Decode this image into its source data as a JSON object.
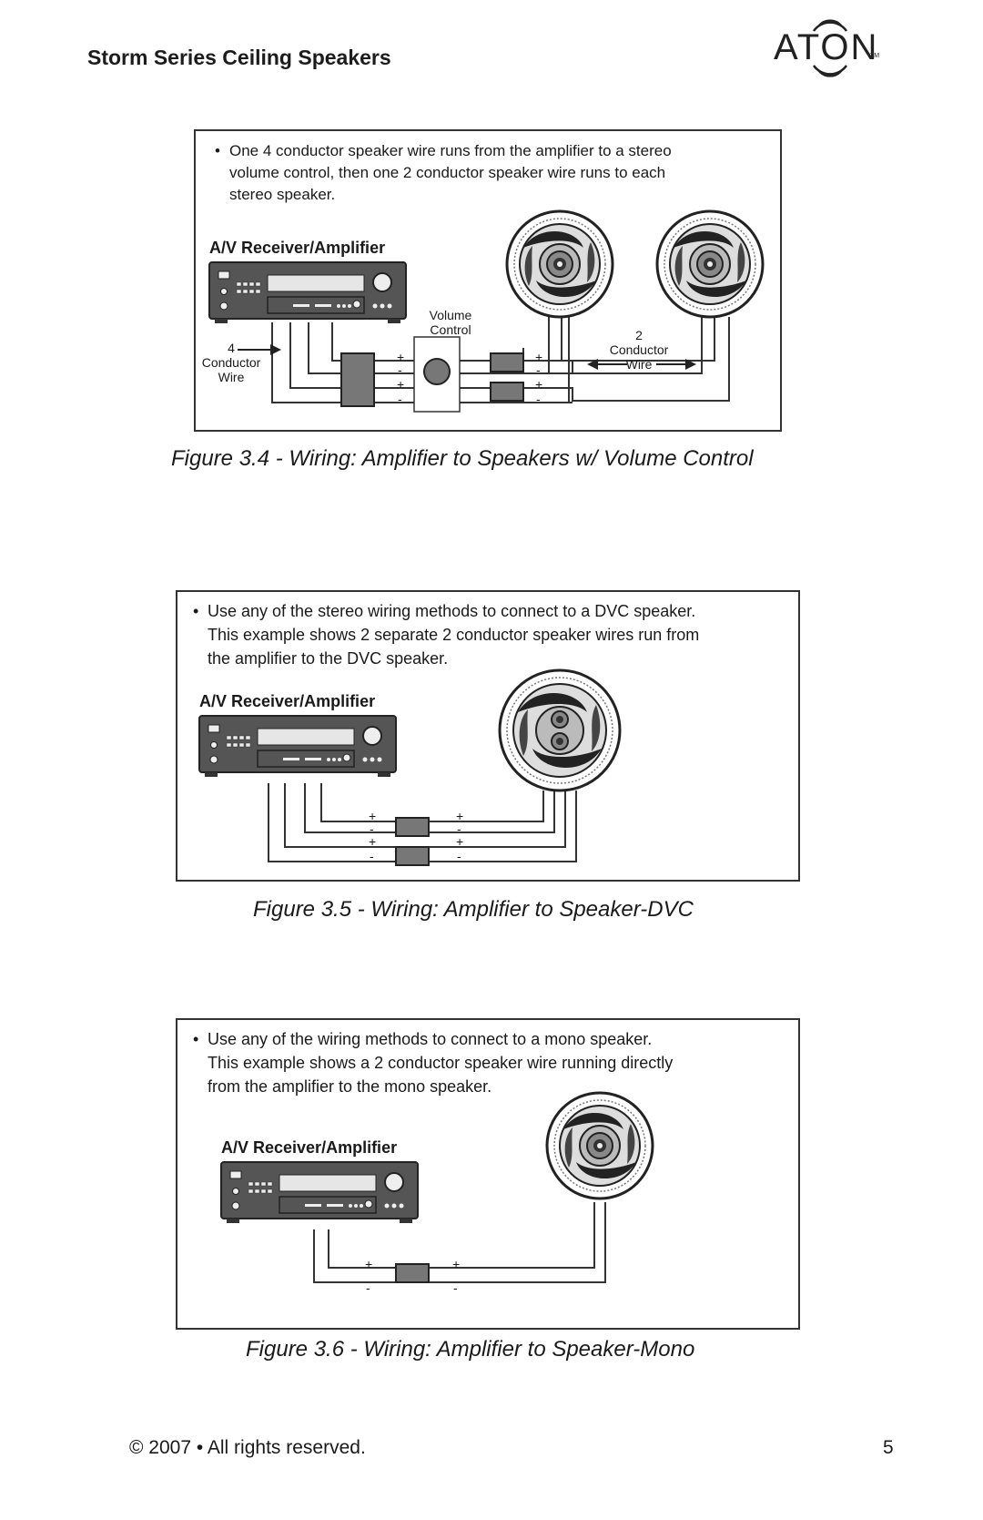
{
  "header": {
    "title": "Storm Series Ceiling Speakers",
    "logo_text": "ATON",
    "logo_tm": "TM"
  },
  "figure1": {
    "bullet_lines": [
      "One 4 conductor speaker wire runs from the amplifier to a stereo",
      "volume control, then one 2 conductor speaker wire runs to each",
      "stereo speaker."
    ],
    "amp_label": "A/V Receiver/Amplifier",
    "volume_label_1": "Volume",
    "volume_label_2": "Control",
    "left_wire_1": "4",
    "left_wire_2": "Conductor",
    "left_wire_3": "Wire",
    "right_wire_1": "2",
    "right_wire_2": "Conductor",
    "right_wire_3": "Wire",
    "caption": "Figure 3.4 - Wiring: Amplifier to Speakers w/ Volume Control"
  },
  "figure2": {
    "bullet_lines": [
      "Use any of the stereo wiring methods to connect to a DVC speaker.",
      "This example shows 2 separate 2 conductor speaker wires run from",
      "the amplifier to the DVC speaker."
    ],
    "amp_label": "A/V Receiver/Amplifier",
    "caption": "Figure 3.5 - Wiring: Amplifier to Speaker-DVC"
  },
  "figure3": {
    "bullet_lines": [
      "Use any of the wiring methods to connect to a mono speaker.",
      "This example shows a 2 conductor speaker wire running directly",
      "from the amplifier to the mono speaker."
    ],
    "amp_label": "A/V Receiver/Amplifier",
    "caption": "Figure 3.6 - Wiring: Amplifier to Speaker-Mono"
  },
  "polarity": {
    "plus": "+",
    "minus": "-"
  },
  "bullet_symbol": "•",
  "footer": {
    "copyright": "© 2007 • All rights reserved.",
    "page_number": "5"
  }
}
